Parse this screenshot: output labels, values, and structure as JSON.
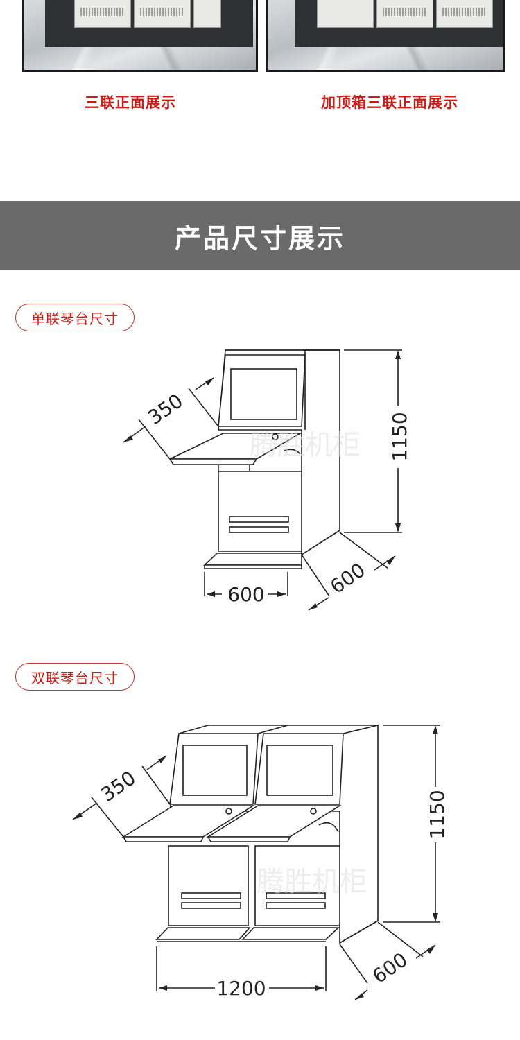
{
  "top_gallery": {
    "left_caption": "三联正面展示",
    "right_caption": "加顶箱三联正面展示"
  },
  "banner": {
    "title": "产品尺寸展示"
  },
  "single": {
    "label": "单联琴台尺寸",
    "dim_depth_top": "350",
    "dim_height": "1150",
    "dim_width": "600",
    "dim_depth": "600",
    "watermark": "腾胜机柜"
  },
  "double": {
    "label": "双联琴台尺寸",
    "dim_depth_top": "350",
    "dim_height": "1150",
    "dim_width": "1200",
    "dim_depth": "600",
    "watermark": "腾胜机柜"
  },
  "colors": {
    "accent_red": "#d11a16",
    "banner_gray": "#6a6a6a",
    "line": "#222222"
  }
}
